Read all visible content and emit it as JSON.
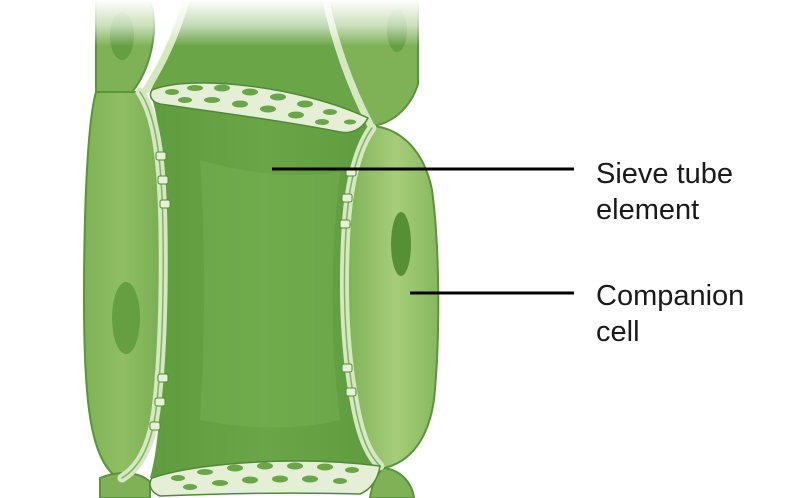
{
  "labels": {
    "sieve_tube": [
      "Sieve tube",
      "element"
    ],
    "companion": [
      "Companion",
      "cell"
    ]
  },
  "colors": {
    "cell_light": "#9cc66f",
    "cell_mid": "#7fb257",
    "cell_dark": "#5e9a3d",
    "wall": "#d6e8c0",
    "wall_edge": "#4f8a33",
    "nucleus": "#4d8a2f",
    "leader": "#000000"
  }
}
